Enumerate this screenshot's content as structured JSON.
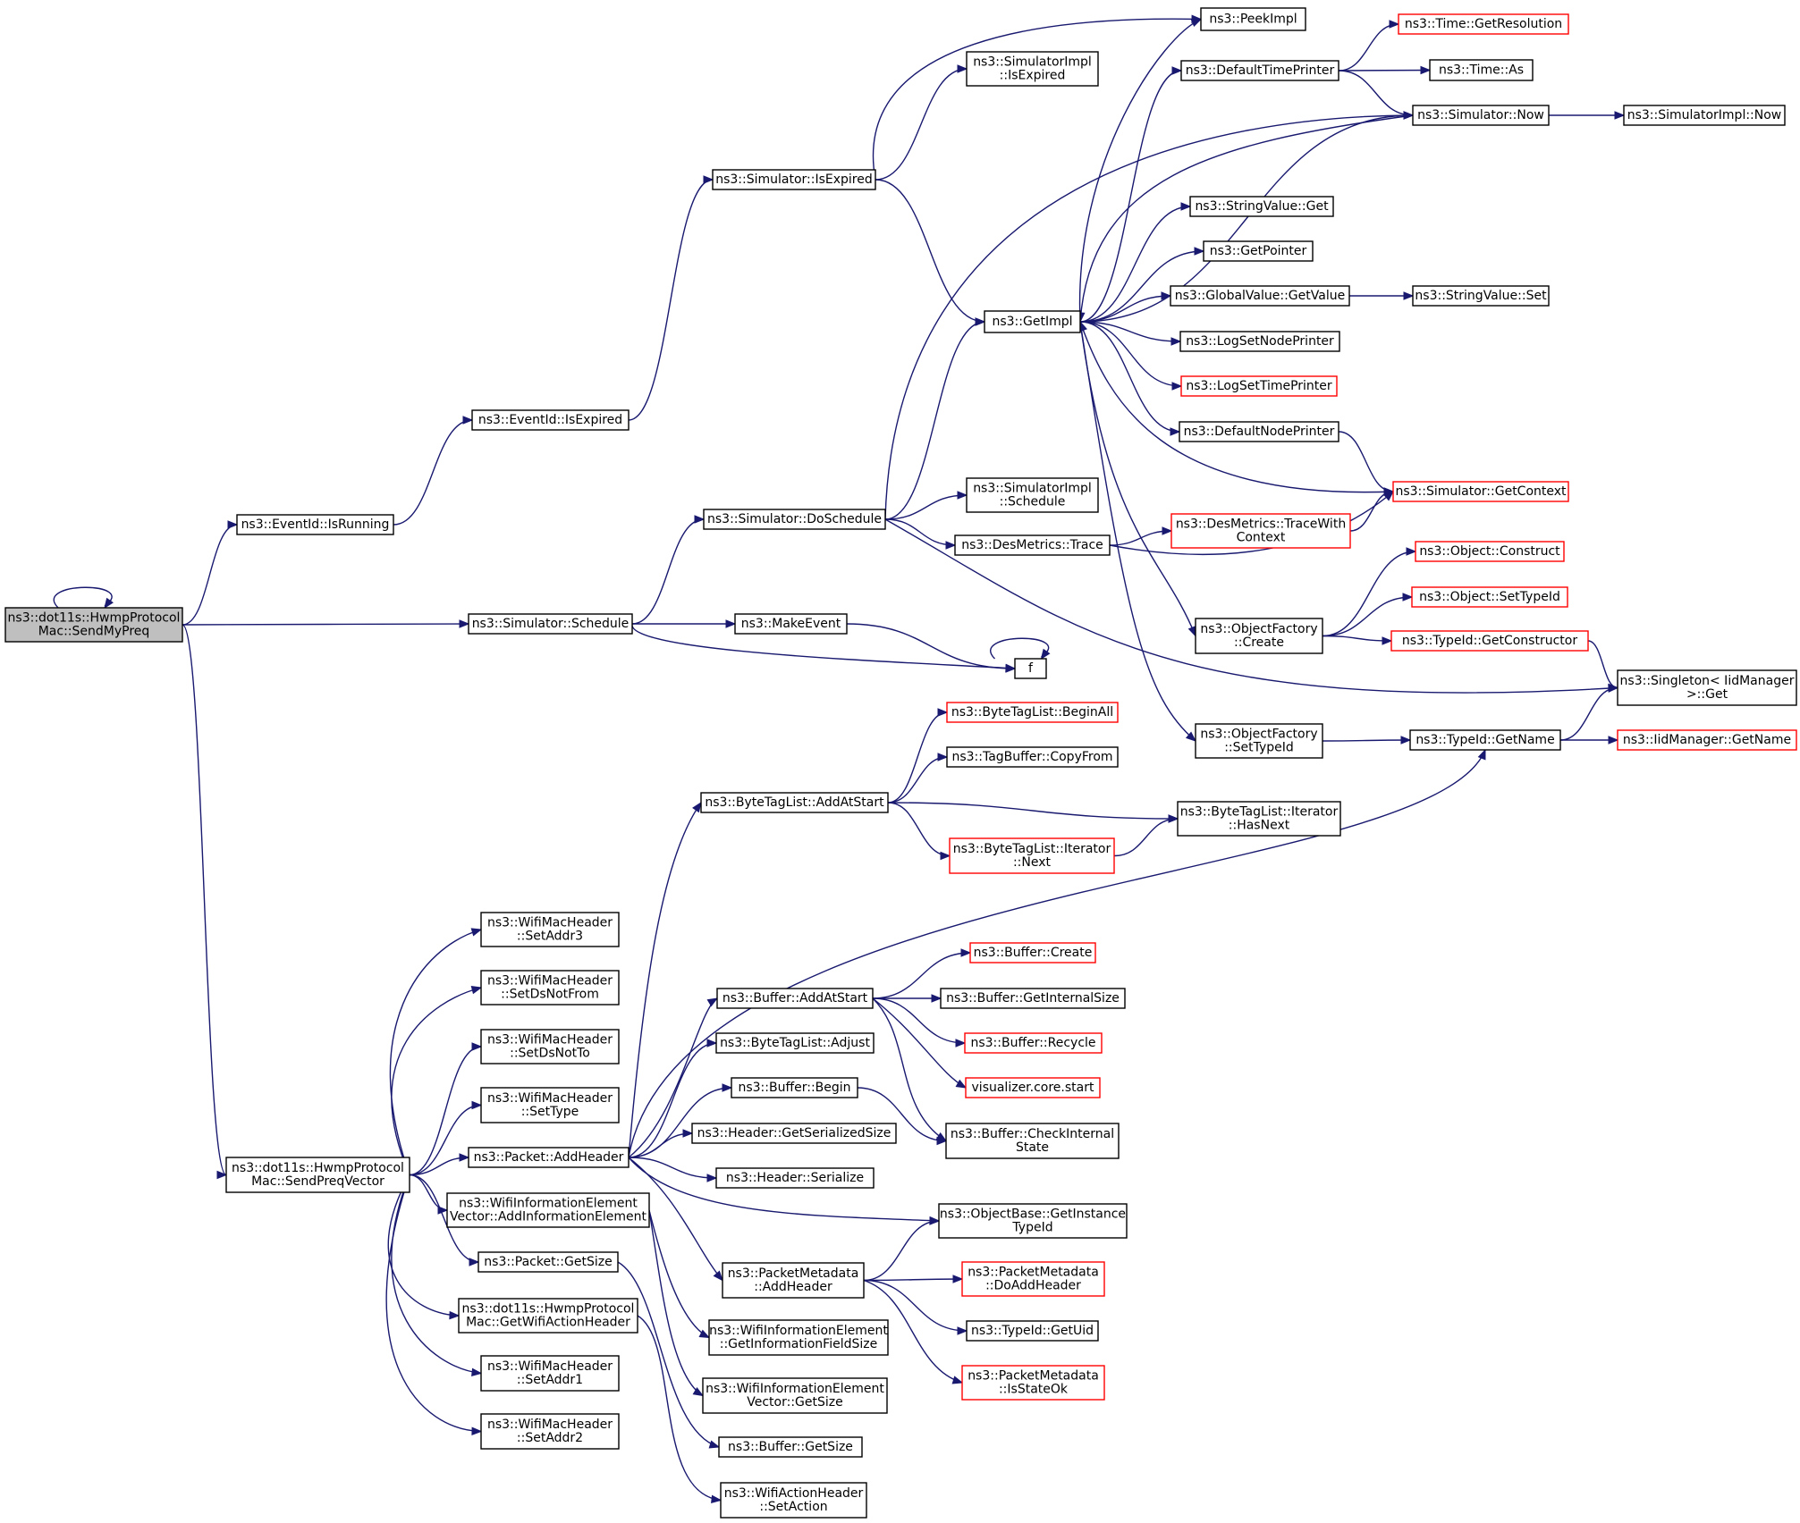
{
  "diagram": {
    "title": "",
    "colors": {
      "edge": "#191970",
      "node_border": "#000000",
      "node_border_truncated": "#ff0000",
      "root_fill": "#bfbfbf",
      "background": "#ffffff"
    },
    "nodes": [
      {
        "id": "sendMyPreq",
        "lines": [
          "ns3::dot11s::HwmpProtocol",
          "Mac::SendMyPreq"
        ],
        "style": "root"
      },
      {
        "id": "isRunning",
        "lines": [
          "ns3::EventId::IsRunning"
        ],
        "style": "normal"
      },
      {
        "id": "eventIsExpired",
        "lines": [
          "ns3::EventId::IsExpired"
        ],
        "style": "normal"
      },
      {
        "id": "simIsExpired",
        "lines": [
          "ns3::Simulator::IsExpired"
        ],
        "style": "normal"
      },
      {
        "id": "peekImpl",
        "lines": [
          "ns3::PeekImpl"
        ],
        "style": "normal"
      },
      {
        "id": "simImplIsExpired",
        "lines": [
          "ns3::SimulatorImpl",
          "::IsExpired"
        ],
        "style": "normal"
      },
      {
        "id": "getImpl",
        "lines": [
          "ns3::GetImpl"
        ],
        "style": "normal"
      },
      {
        "id": "defaultTimePrinter",
        "lines": [
          "ns3::DefaultTimePrinter"
        ],
        "style": "normal"
      },
      {
        "id": "timeGetResolution",
        "lines": [
          "ns3::Time::GetResolution"
        ],
        "style": "truncated"
      },
      {
        "id": "timeAs",
        "lines": [
          "ns3::Time::As"
        ],
        "style": "normal"
      },
      {
        "id": "simNow",
        "lines": [
          "ns3::Simulator::Now"
        ],
        "style": "normal"
      },
      {
        "id": "simImplNow",
        "lines": [
          "ns3::SimulatorImpl::Now"
        ],
        "style": "normal"
      },
      {
        "id": "stringValueGet",
        "lines": [
          "ns3::StringValue::Get"
        ],
        "style": "normal"
      },
      {
        "id": "getPointer",
        "lines": [
          "ns3::GetPointer"
        ],
        "style": "normal"
      },
      {
        "id": "globalValueGetValue",
        "lines": [
          "ns3::GlobalValue::GetValue"
        ],
        "style": "normal"
      },
      {
        "id": "stringValueSet",
        "lines": [
          "ns3::StringValue::Set"
        ],
        "style": "normal"
      },
      {
        "id": "logSetNodePrinter",
        "lines": [
          "ns3::LogSetNodePrinter"
        ],
        "style": "normal"
      },
      {
        "id": "logSetTimePrinter",
        "lines": [
          "ns3::LogSetTimePrinter"
        ],
        "style": "truncated"
      },
      {
        "id": "defaultNodePrinter",
        "lines": [
          "ns3::DefaultNodePrinter"
        ],
        "style": "normal"
      },
      {
        "id": "simGetContext",
        "lines": [
          "ns3::Simulator::GetContext"
        ],
        "style": "truncated"
      },
      {
        "id": "doSchedule",
        "lines": [
          "ns3::Simulator::DoSchedule"
        ],
        "style": "normal"
      },
      {
        "id": "simImplSchedule",
        "lines": [
          "ns3::SimulatorImpl",
          "::Schedule"
        ],
        "style": "normal"
      },
      {
        "id": "desTrace",
        "lines": [
          "ns3::DesMetrics::Trace"
        ],
        "style": "normal"
      },
      {
        "id": "desTraceWithContext",
        "lines": [
          "ns3::DesMetrics::TraceWith",
          "Context"
        ],
        "style": "truncated"
      },
      {
        "id": "simSchedule",
        "lines": [
          "ns3::Simulator::Schedule"
        ],
        "style": "normal"
      },
      {
        "id": "makeEvent",
        "lines": [
          "ns3::MakeEvent"
        ],
        "style": "normal"
      },
      {
        "id": "f",
        "lines": [
          "f"
        ],
        "style": "normal"
      },
      {
        "id": "objectConstruct",
        "lines": [
          "ns3::Object::Construct"
        ],
        "style": "truncated"
      },
      {
        "id": "objectSetTypeId",
        "lines": [
          "ns3::Object::SetTypeId"
        ],
        "style": "truncated"
      },
      {
        "id": "objFactoryCreate",
        "lines": [
          "ns3::ObjectFactory",
          "::Create"
        ],
        "style": "normal"
      },
      {
        "id": "typeIdGetConstructor",
        "lines": [
          "ns3::TypeId::GetConstructor"
        ],
        "style": "truncated"
      },
      {
        "id": "singletonGet",
        "lines": [
          "ns3::Singleton< IidManager",
          " >::Get"
        ],
        "style": "normal"
      },
      {
        "id": "objFactorySetTypeId",
        "lines": [
          "ns3::ObjectFactory",
          "::SetTypeId"
        ],
        "style": "normal"
      },
      {
        "id": "typeIdGetName",
        "lines": [
          "ns3::TypeId::GetName"
        ],
        "style": "normal"
      },
      {
        "id": "iidGetName",
        "lines": [
          "ns3::IidManager::GetName"
        ],
        "style": "truncated"
      },
      {
        "id": "btlBeginAll",
        "lines": [
          "ns3::ByteTagList::BeginAll"
        ],
        "style": "truncated"
      },
      {
        "id": "tagBufferCopyFrom",
        "lines": [
          "ns3::TagBuffer::CopyFrom"
        ],
        "style": "normal"
      },
      {
        "id": "btlAddAtStart",
        "lines": [
          "ns3::ByteTagList::AddAtStart"
        ],
        "style": "normal"
      },
      {
        "id": "btlIterHasNext",
        "lines": [
          "ns3::ByteTagList::Iterator",
          "::HasNext"
        ],
        "style": "normal"
      },
      {
        "id": "btlIterNext",
        "lines": [
          "ns3::ByteTagList::Iterator",
          "::Next"
        ],
        "style": "truncated"
      },
      {
        "id": "setAddr3",
        "lines": [
          "ns3::WifiMacHeader",
          "::SetAddr3"
        ],
        "style": "normal"
      },
      {
        "id": "setDsNotFrom",
        "lines": [
          "ns3::WifiMacHeader",
          "::SetDsNotFrom"
        ],
        "style": "normal"
      },
      {
        "id": "setDsNotTo",
        "lines": [
          "ns3::WifiMacHeader",
          "::SetDsNotTo"
        ],
        "style": "normal"
      },
      {
        "id": "setType",
        "lines": [
          "ns3::WifiMacHeader",
          "::SetType"
        ],
        "style": "normal"
      },
      {
        "id": "sendPreqVector",
        "lines": [
          "ns3::dot11s::HwmpProtocol",
          "Mac::SendPreqVector"
        ],
        "style": "normal"
      },
      {
        "id": "packetAddHeader",
        "lines": [
          "ns3::Packet::AddHeader"
        ],
        "style": "normal"
      },
      {
        "id": "wieAddInfo",
        "lines": [
          "ns3::WifiInformationElement",
          "Vector::AddInformationElement"
        ],
        "style": "normal"
      },
      {
        "id": "packetGetSize",
        "lines": [
          "ns3::Packet::GetSize"
        ],
        "style": "normal"
      },
      {
        "id": "getWifiActionHeader",
        "lines": [
          "ns3::dot11s::HwmpProtocol",
          "Mac::GetWifiActionHeader"
        ],
        "style": "normal"
      },
      {
        "id": "setAddr1",
        "lines": [
          "ns3::WifiMacHeader",
          "::SetAddr1"
        ],
        "style": "normal"
      },
      {
        "id": "setAddr2",
        "lines": [
          "ns3::WifiMacHeader",
          "::SetAddr2"
        ],
        "style": "normal"
      },
      {
        "id": "bufferAddAtStart",
        "lines": [
          "ns3::Buffer::AddAtStart"
        ],
        "style": "normal"
      },
      {
        "id": "btlAdjust",
        "lines": [
          "ns3::ByteTagList::Adjust"
        ],
        "style": "normal"
      },
      {
        "id": "bufferBegin",
        "lines": [
          "ns3::Buffer::Begin"
        ],
        "style": "normal"
      },
      {
        "id": "headerGetSerializedSize",
        "lines": [
          "ns3::Header::GetSerializedSize"
        ],
        "style": "normal"
      },
      {
        "id": "headerSerialize",
        "lines": [
          "ns3::Header::Serialize"
        ],
        "style": "normal"
      },
      {
        "id": "bufferCreate",
        "lines": [
          "ns3::Buffer::Create"
        ],
        "style": "truncated"
      },
      {
        "id": "bufferGetInternalSize",
        "lines": [
          "ns3::Buffer::GetInternalSize"
        ],
        "style": "normal"
      },
      {
        "id": "bufferRecycle",
        "lines": [
          "ns3::Buffer::Recycle"
        ],
        "style": "truncated"
      },
      {
        "id": "vizCoreStart",
        "lines": [
          "visualizer.core.start"
        ],
        "style": "truncated"
      },
      {
        "id": "bufferCheckInternalState",
        "lines": [
          "ns3::Buffer::CheckInternal",
          "State"
        ],
        "style": "normal"
      },
      {
        "id": "objBaseGetInstanceTypeId",
        "lines": [
          "ns3::ObjectBase::GetInstance",
          "TypeId"
        ],
        "style": "normal"
      },
      {
        "id": "pmAddHeader",
        "lines": [
          "ns3::PacketMetadata",
          "::AddHeader"
        ],
        "style": "normal"
      },
      {
        "id": "pmDoAddHeader",
        "lines": [
          "ns3::PacketMetadata",
          "::DoAddHeader"
        ],
        "style": "truncated"
      },
      {
        "id": "typeIdGetUid",
        "lines": [
          "ns3::TypeId::GetUid"
        ],
        "style": "normal"
      },
      {
        "id": "pmIsStateOk",
        "lines": [
          "ns3::PacketMetadata",
          "::IsStateOk"
        ],
        "style": "truncated"
      },
      {
        "id": "wieGetInfoFieldSize",
        "lines": [
          "ns3::WifiInformationElement",
          "::GetInformationFieldSize"
        ],
        "style": "normal"
      },
      {
        "id": "wieVectorGetSize",
        "lines": [
          "ns3::WifiInformationElement",
          "Vector::GetSize"
        ],
        "style": "normal"
      },
      {
        "id": "bufferGetSize",
        "lines": [
          "ns3::Buffer::GetSize"
        ],
        "style": "normal"
      },
      {
        "id": "wifiActionSetAction",
        "lines": [
          "ns3::WifiActionHeader",
          "::SetAction"
        ],
        "style": "normal"
      }
    ],
    "edges": [
      [
        "sendMyPreq",
        "sendMyPreq"
      ],
      [
        "sendMyPreq",
        "isRunning"
      ],
      [
        "sendMyPreq",
        "simSchedule"
      ],
      [
        "sendMyPreq",
        "sendPreqVector"
      ],
      [
        "isRunning",
        "eventIsExpired"
      ],
      [
        "eventIsExpired",
        "simIsExpired"
      ],
      [
        "simIsExpired",
        "peekImpl"
      ],
      [
        "simIsExpired",
        "simImplIsExpired"
      ],
      [
        "simIsExpired",
        "getImpl"
      ],
      [
        "getImpl",
        "peekImpl"
      ],
      [
        "getImpl",
        "defaultTimePrinter"
      ],
      [
        "getImpl",
        "simNow"
      ],
      [
        "getImpl",
        "stringValueGet"
      ],
      [
        "getImpl",
        "getPointer"
      ],
      [
        "getImpl",
        "globalValueGetValue"
      ],
      [
        "getImpl",
        "logSetNodePrinter"
      ],
      [
        "getImpl",
        "logSetTimePrinter"
      ],
      [
        "getImpl",
        "defaultNodePrinter"
      ],
      [
        "getImpl",
        "objFactoryCreate"
      ],
      [
        "getImpl",
        "objFactorySetTypeId"
      ],
      [
        "defaultTimePrinter",
        "timeGetResolution"
      ],
      [
        "defaultTimePrinter",
        "timeAs"
      ],
      [
        "defaultTimePrinter",
        "simNow"
      ],
      [
        "simNow",
        "simImplNow"
      ],
      [
        "simNow",
        "getImpl"
      ],
      [
        "globalValueGetValue",
        "stringValueSet"
      ],
      [
        "defaultNodePrinter",
        "simGetContext"
      ],
      [
        "simGetContext",
        "getImpl"
      ],
      [
        "simSchedule",
        "doSchedule"
      ],
      [
        "simSchedule",
        "makeEvent"
      ],
      [
        "simSchedule",
        "f"
      ],
      [
        "makeEvent",
        "f"
      ],
      [
        "f",
        "f"
      ],
      [
        "doSchedule",
        "simNow"
      ],
      [
        "doSchedule",
        "getImpl"
      ],
      [
        "doSchedule",
        "simImplSchedule"
      ],
      [
        "doSchedule",
        "desTrace"
      ],
      [
        "doSchedule",
        "singletonGet"
      ],
      [
        "desTrace",
        "desTraceWithContext"
      ],
      [
        "desTrace",
        "simGetContext"
      ],
      [
        "desTraceWithContext",
        "simGetContext"
      ],
      [
        "objFactoryCreate",
        "objectConstruct"
      ],
      [
        "objFactoryCreate",
        "objectSetTypeId"
      ],
      [
        "objFactoryCreate",
        "typeIdGetConstructor"
      ],
      [
        "typeIdGetConstructor",
        "singletonGet"
      ],
      [
        "objFactorySetTypeId",
        "typeIdGetName"
      ],
      [
        "typeIdGetName",
        "singletonGet"
      ],
      [
        "typeIdGetName",
        "iidGetName"
      ],
      [
        "sendPreqVector",
        "setAddr3"
      ],
      [
        "sendPreqVector",
        "setDsNotFrom"
      ],
      [
        "sendPreqVector",
        "setDsNotTo"
      ],
      [
        "sendPreqVector",
        "setType"
      ],
      [
        "sendPreqVector",
        "packetAddHeader"
      ],
      [
        "sendPreqVector",
        "wieAddInfo"
      ],
      [
        "sendPreqVector",
        "packetGetSize"
      ],
      [
        "sendPreqVector",
        "getWifiActionHeader"
      ],
      [
        "sendPreqVector",
        "setAddr1"
      ],
      [
        "sendPreqVector",
        "setAddr2"
      ],
      [
        "packetAddHeader",
        "btlAddAtStart"
      ],
      [
        "packetAddHeader",
        "typeIdGetName"
      ],
      [
        "packetAddHeader",
        "bufferAddAtStart"
      ],
      [
        "packetAddHeader",
        "btlAdjust"
      ],
      [
        "packetAddHeader",
        "bufferBegin"
      ],
      [
        "packetAddHeader",
        "headerGetSerializedSize"
      ],
      [
        "packetAddHeader",
        "headerSerialize"
      ],
      [
        "packetAddHeader",
        "objBaseGetInstanceTypeId"
      ],
      [
        "packetAddHeader",
        "pmAddHeader"
      ],
      [
        "btlAddAtStart",
        "btlBeginAll"
      ],
      [
        "btlAddAtStart",
        "tagBufferCopyFrom"
      ],
      [
        "btlAddAtStart",
        "btlIterHasNext"
      ],
      [
        "btlAddAtStart",
        "btlIterNext"
      ],
      [
        "btlIterNext",
        "btlIterHasNext"
      ],
      [
        "bufferAddAtStart",
        "bufferCreate"
      ],
      [
        "bufferAddAtStart",
        "bufferGetInternalSize"
      ],
      [
        "bufferAddAtStart",
        "bufferRecycle"
      ],
      [
        "bufferAddAtStart",
        "vizCoreStart"
      ],
      [
        "bufferAddAtStart",
        "bufferCheckInternalState"
      ],
      [
        "bufferBegin",
        "bufferCheckInternalState"
      ],
      [
        "pmAddHeader",
        "objBaseGetInstanceTypeId"
      ],
      [
        "pmAddHeader",
        "pmDoAddHeader"
      ],
      [
        "pmAddHeader",
        "typeIdGetUid"
      ],
      [
        "pmAddHeader",
        "pmIsStateOk"
      ],
      [
        "wieAddInfo",
        "wieGetInfoFieldSize"
      ],
      [
        "wieAddInfo",
        "wieVectorGetSize"
      ],
      [
        "packetGetSize",
        "bufferGetSize"
      ],
      [
        "getWifiActionHeader",
        "wifiActionSetAction"
      ]
    ]
  }
}
